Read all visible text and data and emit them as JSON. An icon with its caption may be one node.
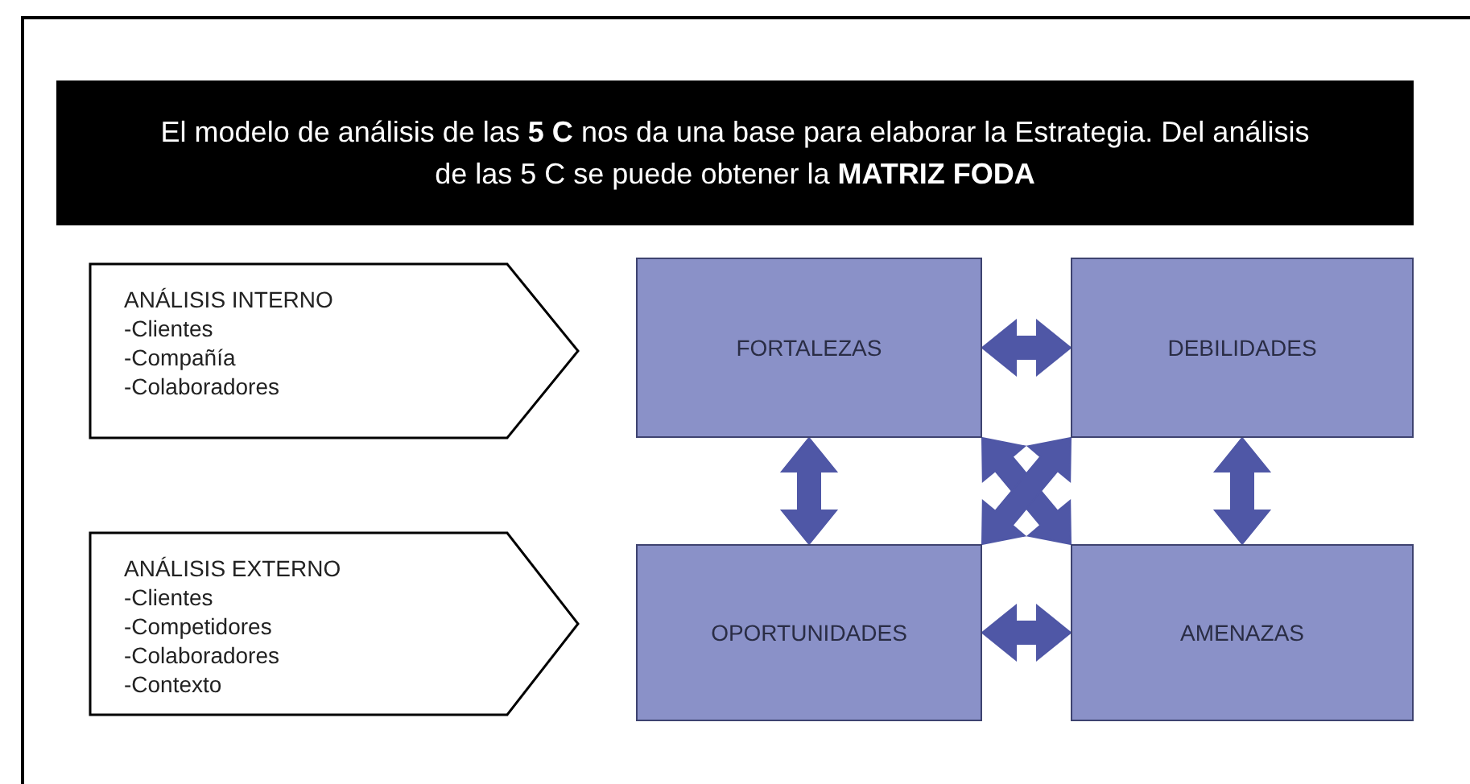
{
  "diagram": {
    "title": "El modelo de análisis de las **5 C** nos da una base para elaborar la Estrategia. Del análisis de las 5 C se puede obtener la **MATRIZ FODA**",
    "nodes": [
      {
        "text": [
          "ANÁLISIS INTERNO",
          "-Clientes",
          "-Compañía",
          "-Colaboradores"
        ]
      },
      {
        "text": [
          "ANÁLISIS EXTERNO",
          "-Clientes",
          "-Competidores",
          "-Colaboradores",
          "-Contexto"
        ]
      },
      {
        "text": [
          "FORTALEZAS"
        ]
      },
      {
        "text": [
          "DEBILIDADES"
        ]
      },
      {
        "text": [
          "OPORTUNIDADES"
        ]
      },
      {
        "text": [
          "AMENAZAS"
        ]
      }
    ],
    "edges": [
      {
        "from": 2,
        "to": 3,
        "arrow": "both"
      },
      {
        "from": 2,
        "to": 4,
        "arrow": "both"
      },
      {
        "from": 3,
        "to": 5,
        "arrow": "both"
      },
      {
        "from": 2,
        "to": 5,
        "arrow": "both"
      },
      {
        "from": 3,
        "to": 4,
        "arrow": "both"
      },
      {
        "from": 4,
        "to": 5,
        "arrow": "both"
      }
    ]
  }
}
